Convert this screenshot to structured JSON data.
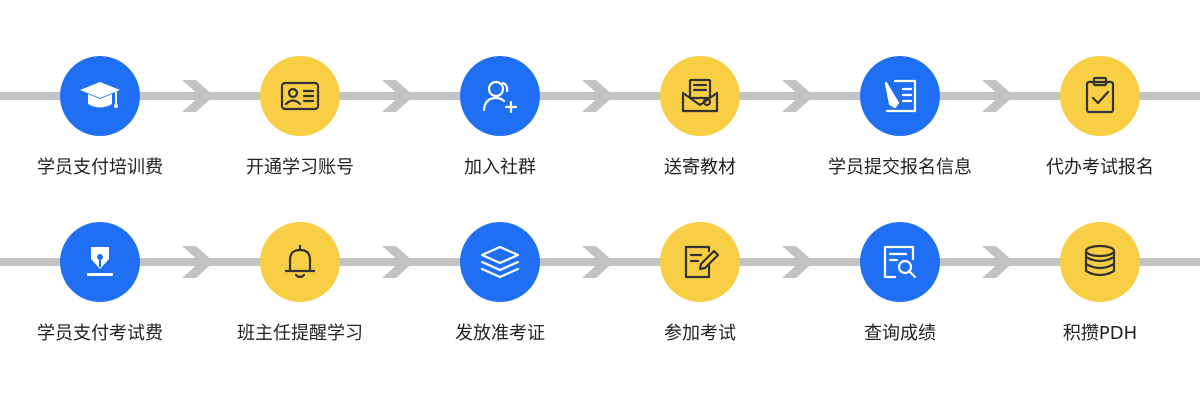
{
  "colors": {
    "blue": "#1f6ff2",
    "yellow": "#f7ce44",
    "track": "#c3c3c3",
    "text": "#222222"
  },
  "rows": [
    {
      "steps": [
        {
          "label": "学员支付培训费",
          "icon": "graduation-cap-icon",
          "color": "blue"
        },
        {
          "label": "开通学习账号",
          "icon": "id-card-icon",
          "color": "yellow"
        },
        {
          "label": "加入社群",
          "icon": "add-user-icon",
          "color": "blue"
        },
        {
          "label": "送寄教材",
          "icon": "mail-document-icon",
          "color": "yellow"
        },
        {
          "label": "学员提交报名信息",
          "icon": "form-pen-icon",
          "color": "blue"
        },
        {
          "label": "代办考试报名",
          "icon": "clipboard-check-icon",
          "color": "yellow"
        }
      ]
    },
    {
      "steps": [
        {
          "label": "学员支付考试费",
          "icon": "pen-nib-icon",
          "color": "blue"
        },
        {
          "label": "班主任提醒学习",
          "icon": "bell-icon",
          "color": "yellow"
        },
        {
          "label": "发放准考证",
          "icon": "layers-icon",
          "color": "blue"
        },
        {
          "label": "参加考试",
          "icon": "edit-note-icon",
          "color": "yellow"
        },
        {
          "label": "查询成绩",
          "icon": "search-document-icon",
          "color": "blue"
        },
        {
          "label": "积攒PDH",
          "icon": "coin-stack-icon",
          "color": "yellow"
        }
      ]
    }
  ]
}
